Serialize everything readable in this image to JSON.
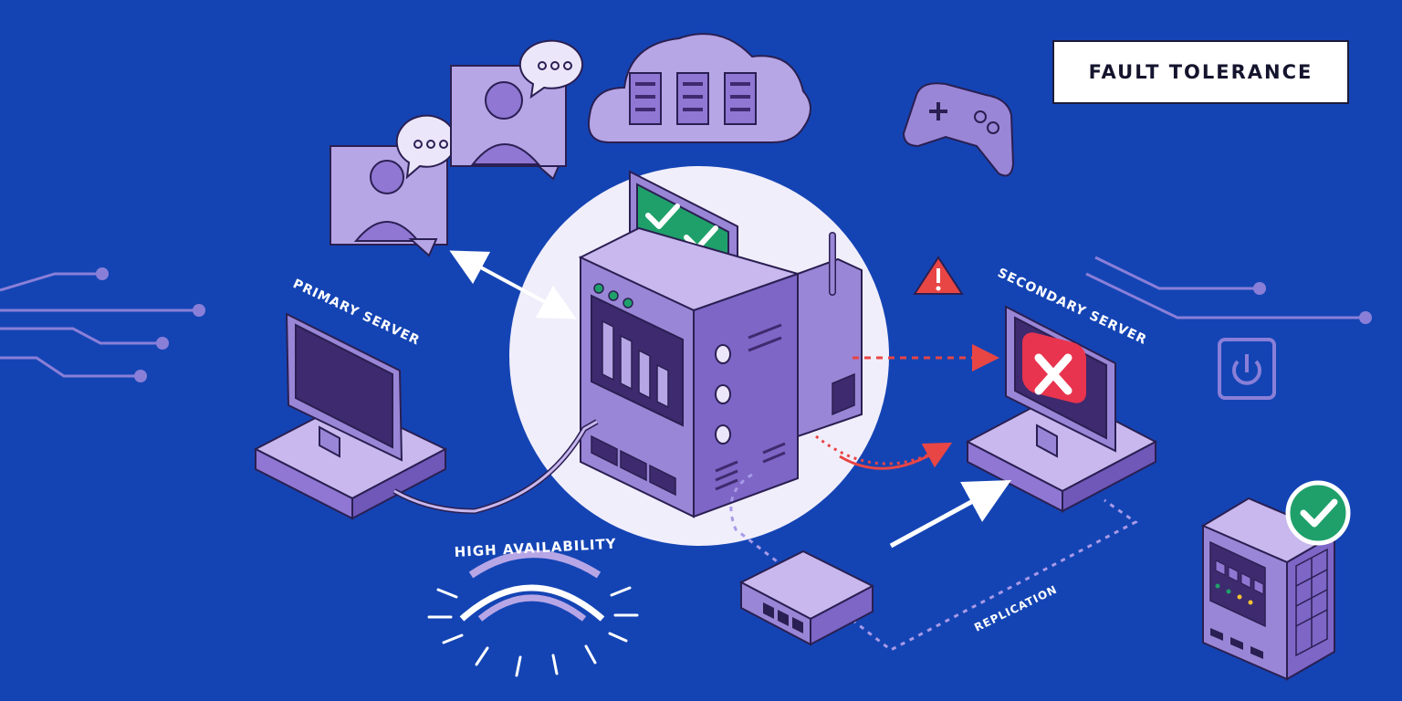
{
  "title": "FAULT TOLERANCE",
  "labels": {
    "primary_server": "PRIMARY SERVER",
    "secondary_server": "SECONDARY SERVER",
    "high_availability": "HIGH AVAILABILITY",
    "replication": "REPLICATION"
  },
  "colors": {
    "background": "#1444b4",
    "purple": "#9a86d6",
    "purple_light": "#c8b8ee",
    "purple_dark": "#3e2a6e",
    "ok_green": "#1fa06a",
    "fail_red": "#e8344e",
    "warning_red": "#e84545"
  },
  "icons": [
    "gamepad-icon",
    "power-icon",
    "warning-icon",
    "checkmark-icon",
    "error-x-icon",
    "cloud-icon",
    "chat-bubble-icon"
  ]
}
